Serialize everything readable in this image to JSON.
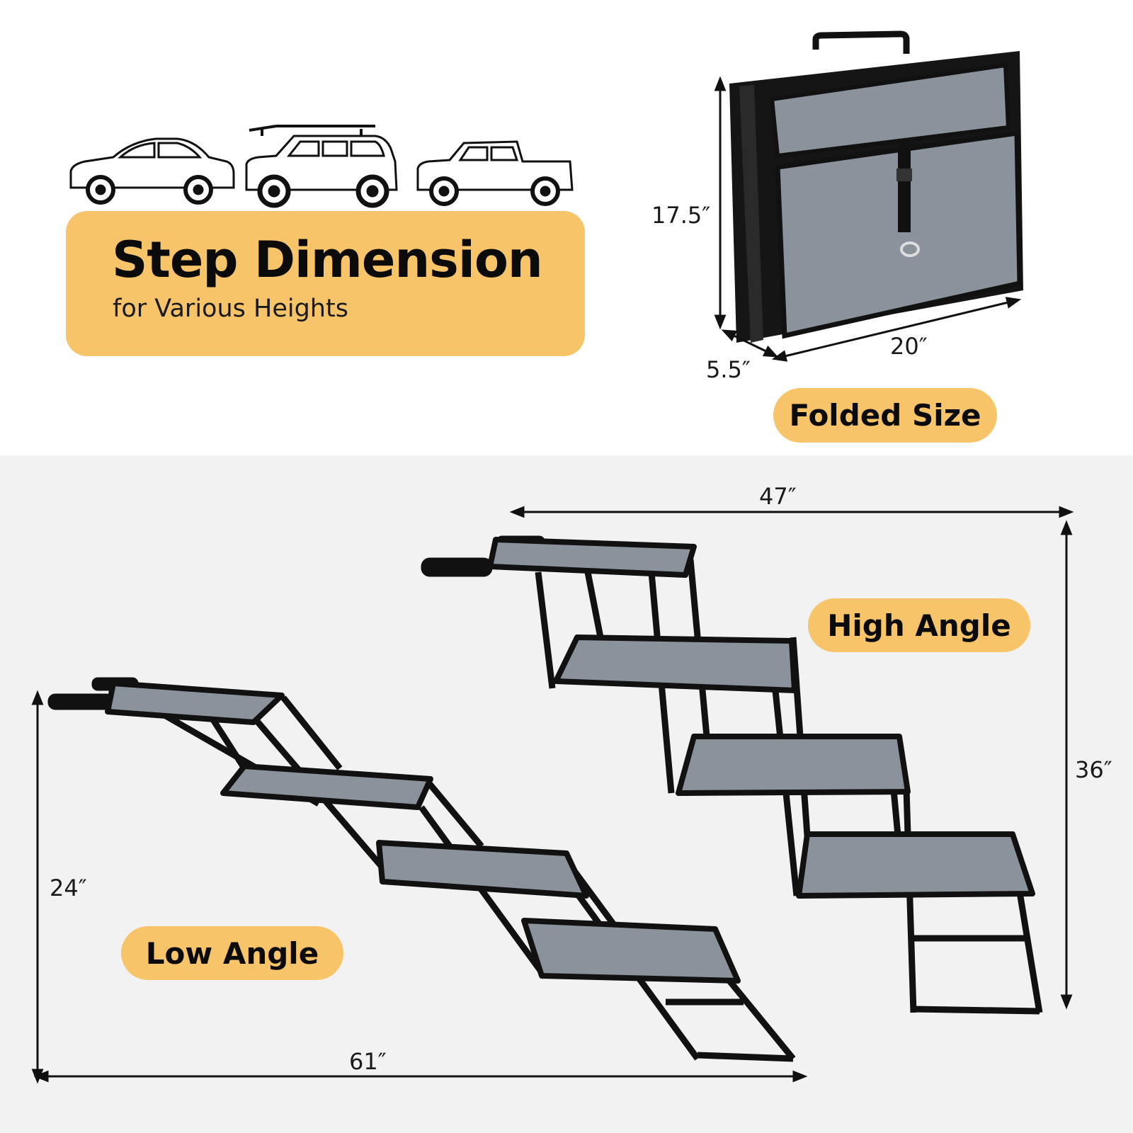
{
  "title": {
    "main": "Step Dimension",
    "sub": "for Various Heights"
  },
  "folded": {
    "label": "Folded Size",
    "height": "17.5″",
    "depth": "5.5″",
    "width": "20″"
  },
  "high_angle": {
    "label": "High Angle",
    "length": "47″",
    "height": "36″"
  },
  "low_angle": {
    "label": "Low Angle",
    "length": "61″",
    "height": "24″"
  },
  "icons": [
    "sedan-icon",
    "suv-icon",
    "pickup-truck-icon"
  ],
  "colors": {
    "accent": "#f8c469",
    "carpet": "#8a929c",
    "frame": "#111111",
    "bottom_bg": "#f2f2f2"
  }
}
